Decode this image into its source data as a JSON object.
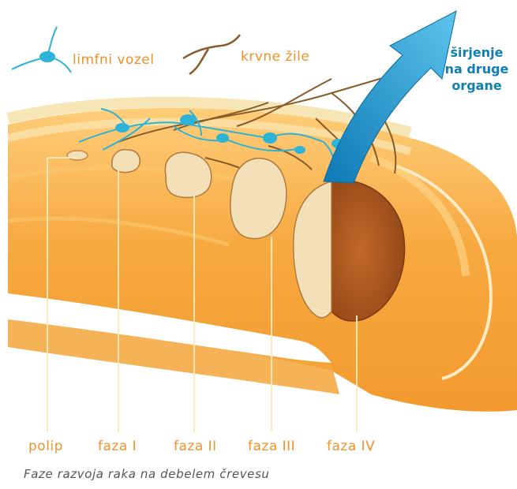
{
  "legend": {
    "lymph_node": "limfni vozel",
    "blood_vessels": "krvne žile"
  },
  "spread": {
    "line1": "širjenje",
    "line2": "na druge",
    "line3": "organe"
  },
  "stages": {
    "polyp": "polip",
    "stage1": "faza I",
    "stage2": "faza II",
    "stage3": "faza III",
    "stage4": "faza IV"
  },
  "caption": "Faze razvoja raka na debelem črevesu",
  "colors": {
    "label_orange": "#f0922a",
    "lymph_blue": "#2cb3d8",
    "arrow_blue": "#1d8fcf",
    "vessel_brown": "#8a5a2b",
    "tumor_cream": "#f3dfb8",
    "tumor_dark": "#a6531c"
  }
}
